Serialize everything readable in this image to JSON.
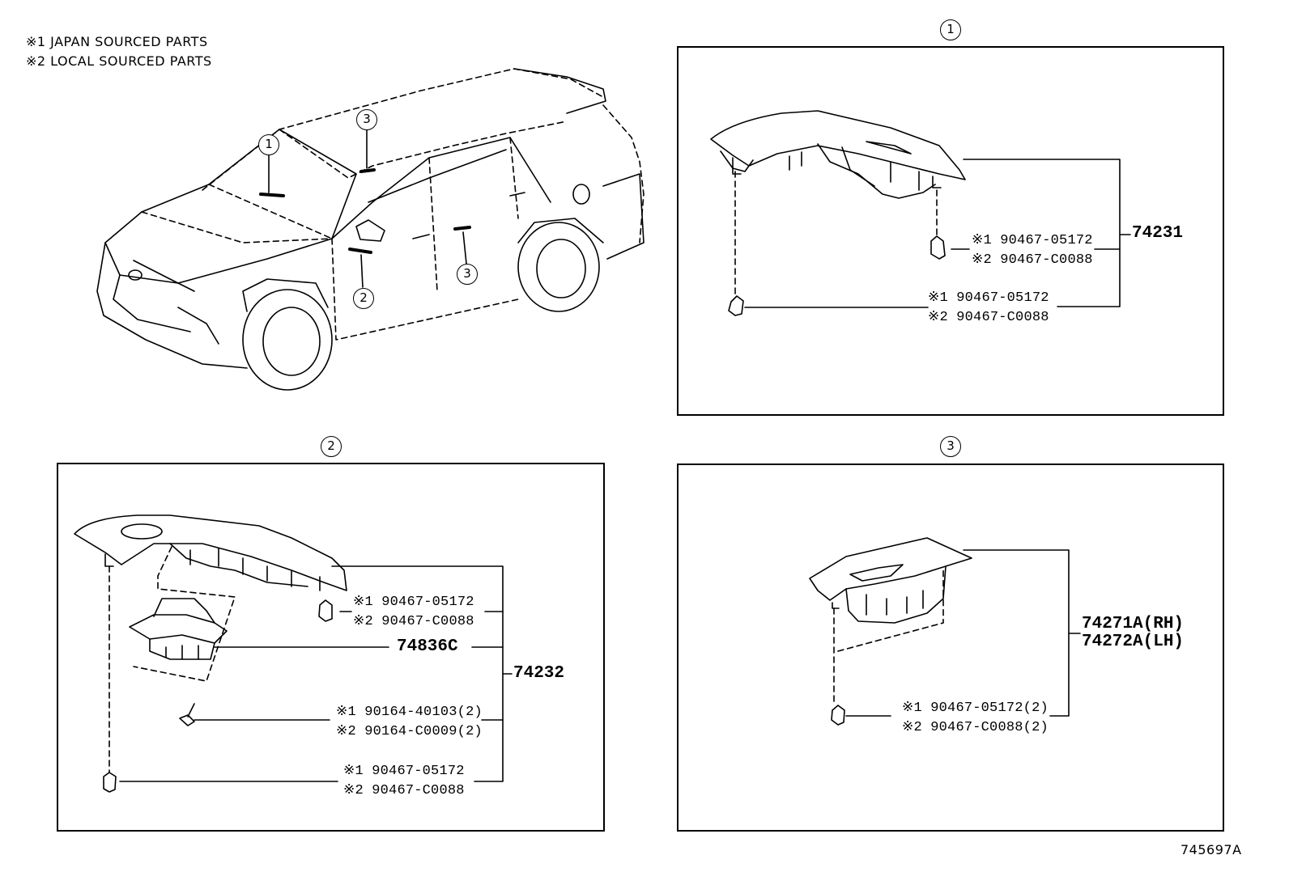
{
  "notes": {
    "line1": "※1 JAPAN SOURCED PARTS",
    "line2": "※2 LOCAL SOURCED PARTS"
  },
  "overview": {
    "callouts": [
      "1",
      "2",
      "3",
      "3"
    ]
  },
  "panel1": {
    "circle": "1",
    "assembly": "74231",
    "clip_upper": {
      "part1": "※1 90467-05172",
      "part2": "※2 90467-C0088"
    },
    "clip_lower": {
      "part1": "※1 90467-05172",
      "part2": "※2 90467-C0088"
    }
  },
  "panel2": {
    "circle": "2",
    "assembly": "74232",
    "switch_base": "74836C",
    "clip_upper": {
      "part1": "※1 90467-05172",
      "part2": "※2 90467-C0088"
    },
    "screw": {
      "part1": "※1 90164-40103(2)",
      "part2": "※2 90164-C0009(2)"
    },
    "clip_lower": {
      "part1": "※1 90467-05172",
      "part2": "※2 90467-C0088"
    }
  },
  "panel3": {
    "circle": "3",
    "assembly_rh": "74271A(RH)",
    "assembly_lh": "74272A(LH)",
    "clip": {
      "part1": "※1 90467-05172(2)",
      "part2": "※2 90467-C0088(2)"
    }
  },
  "footer": {
    "diagram_code": "745697A"
  }
}
